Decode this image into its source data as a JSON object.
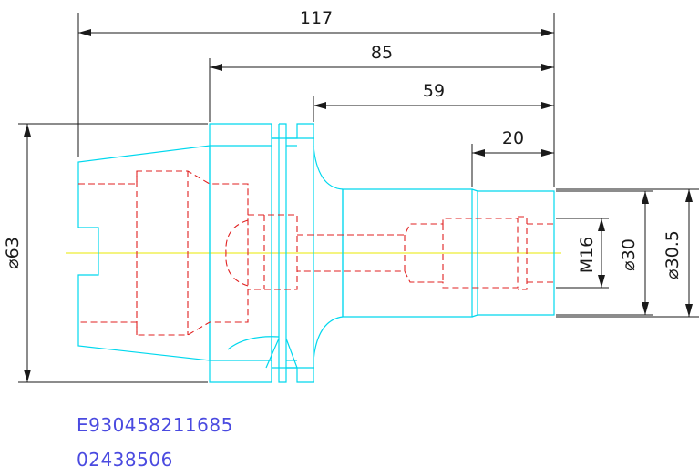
{
  "dimensions": {
    "d117": "117",
    "d85": "85",
    "d59": "59",
    "d20": "20",
    "dia63": "⌀63",
    "m16": "M16",
    "dia30": "⌀30",
    "dia30_5": "⌀30.5"
  },
  "codes": {
    "line1": "E930458211685",
    "line2": "02438506"
  },
  "colors": {
    "outline": "#00d8ee",
    "hidden": "#e02020",
    "dimension": "#1a1a1a",
    "centerline": "#e8e800",
    "code_text": "#4a4ae0"
  }
}
